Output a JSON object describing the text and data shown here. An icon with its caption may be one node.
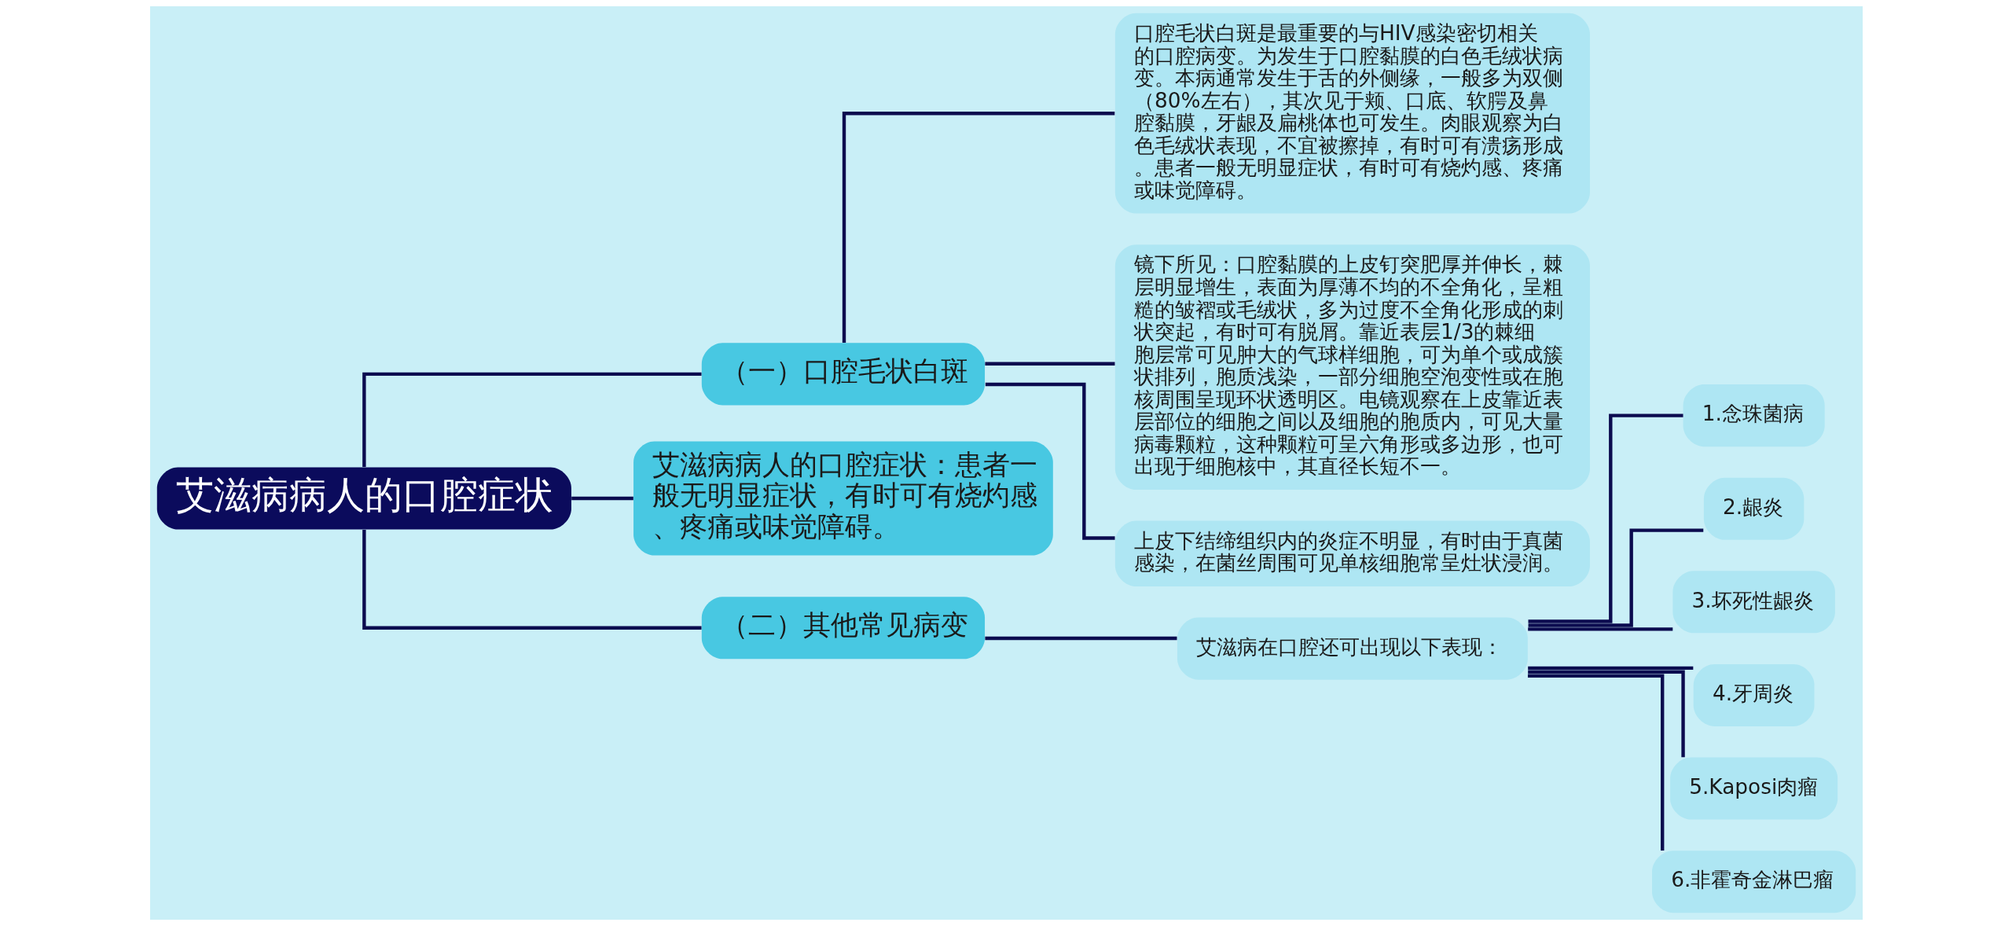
{
  "diagram": {
    "nodes": [
      {
        "text": [
          "艾滋病病人的口腔症状"
        ]
      },
      {
        "text": [
          "（一）口腔毛状白斑"
        ]
      },
      {
        "text": [
          "口腔毛状白斑是最重要的与HIV感染密切相关的口腔病变。为发生于口腔黏膜的白色毛绒状病变。本病通常发生于舌的外侧缘，一般多为双侧（80%左右），其次见于颊、口底、软腭及鼻腔黏膜，牙龈及扁桃体也可发生。肉眼观察为白色毛绒状表现，不宜被擦掉，有时可有溃疡形成。患者一般无明显症状，有时可有烧灼感、疼痛或味觉障碍。"
        ]
      },
      {
        "text": [
          "镜下所见：口腔黏膜的上皮钉突肥厚并伸长，棘层明显增生，表面为厚薄不均的不全角化，呈粗糙的皱褶或毛绒状，多为过度不全角化形成的刺状突起，有时可有脱屑。靠近表层1/3的棘细胞层常可见肿大的气球样细胞，可为单个或成簇状排列，胞质浅染，一部分细胞空泡变性或在胞核周围呈现环状透明区。电镜观察在上皮靠近表层部位的细胞之间以及细胞的胞质内，可见大量病毒颗粒，这种颗粒可呈六角形或多边形，也可出现于细胞核中，其直径长短不一。"
        ]
      },
      {
        "text": [
          "上皮下结缔组织内的炎症不明显，有时由于真菌感染，在菌丝周围可见单核细胞常呈灶状浸润。"
        ]
      },
      {
        "text": [
          "艾滋病病人的口腔症状：患者一般无明显症状，有时可有烧灼感、疼痛或味觉障碍。"
        ]
      },
      {
        "text": [
          "（二）其他常见病变"
        ]
      },
      {
        "text": [
          "艾滋病在口腔还可出现以下表现："
        ]
      },
      {
        "text": [
          "1.念珠菌病"
        ]
      },
      {
        "text": [
          "2.龈炎"
        ]
      },
      {
        "text": [
          "3.坏死性龈炎"
        ]
      },
      {
        "text": [
          "4.牙周炎"
        ]
      },
      {
        "text": [
          "5.Kaposi肉瘤"
        ]
      },
      {
        "text": [
          "6.非霍奇金淋巴瘤"
        ]
      }
    ],
    "edges": [
      {
        "from": 0,
        "to": 1,
        "arrow": "none"
      },
      {
        "from": 1,
        "to": 2,
        "arrow": "none"
      },
      {
        "from": 1,
        "to": 3,
        "arrow": "none"
      },
      {
        "from": 1,
        "to": 4,
        "arrow": "none"
      },
      {
        "from": 0,
        "to": 5,
        "arrow": "none"
      },
      {
        "from": 0,
        "to": 6,
        "arrow": "none"
      },
      {
        "from": 6,
        "to": 7,
        "arrow": "none"
      },
      {
        "from": 7,
        "to": 8,
        "arrow": "none"
      },
      {
        "from": 7,
        "to": 9,
        "arrow": "none"
      },
      {
        "from": 7,
        "to": 10,
        "arrow": "none"
      },
      {
        "from": 7,
        "to": 11,
        "arrow": "none"
      },
      {
        "from": 7,
        "to": 12,
        "arrow": "none"
      },
      {
        "from": 7,
        "to": 13,
        "arrow": "none"
      }
    ]
  }
}
